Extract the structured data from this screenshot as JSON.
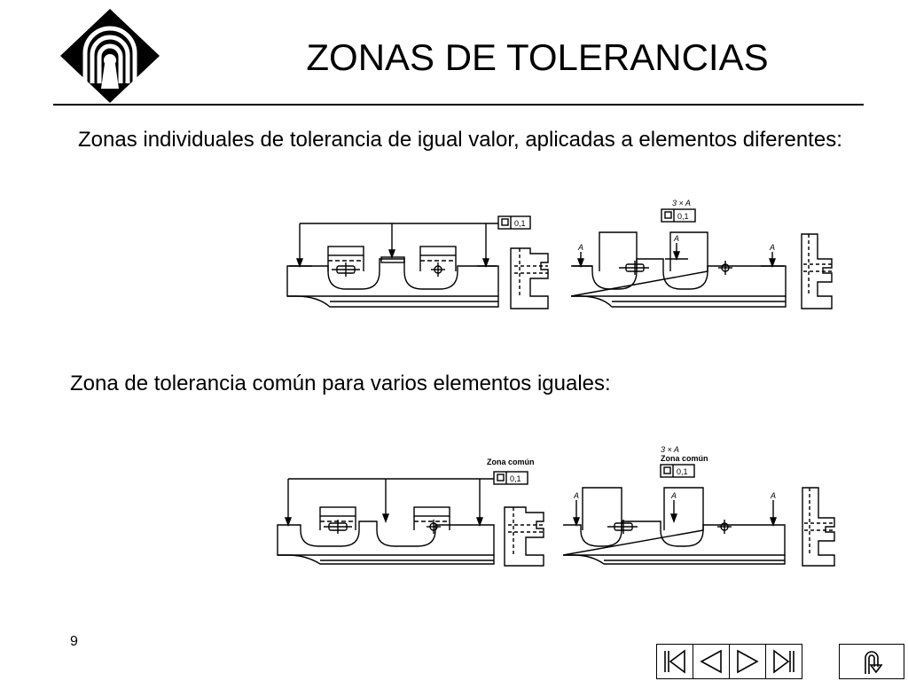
{
  "slide": {
    "title": "ZONAS DE TOLERANCIAS",
    "paragraph_1": "Zonas individuales de tolerancia de igual valor, aplicadas a elementos diferentes:",
    "paragraph_2": "Zona de tolerancia común para varios elementos iguales:",
    "page_number": "9"
  },
  "figure_1": {
    "frame_value": "0,1",
    "multiplier": "3 × A",
    "datum": "A"
  },
  "figure_2": {
    "zone_label": "Zona común",
    "frame_value": "0,1",
    "multiplier": "3 × A",
    "zone_label_right": "Zona común",
    "datum": "A"
  },
  "navigation": {
    "icons": [
      "first-slide-icon",
      "previous-slide-icon",
      "next-slide-icon",
      "last-slide-icon",
      "return-icon"
    ]
  },
  "colors": {
    "ink": "#000000",
    "background": "#ffffff"
  }
}
